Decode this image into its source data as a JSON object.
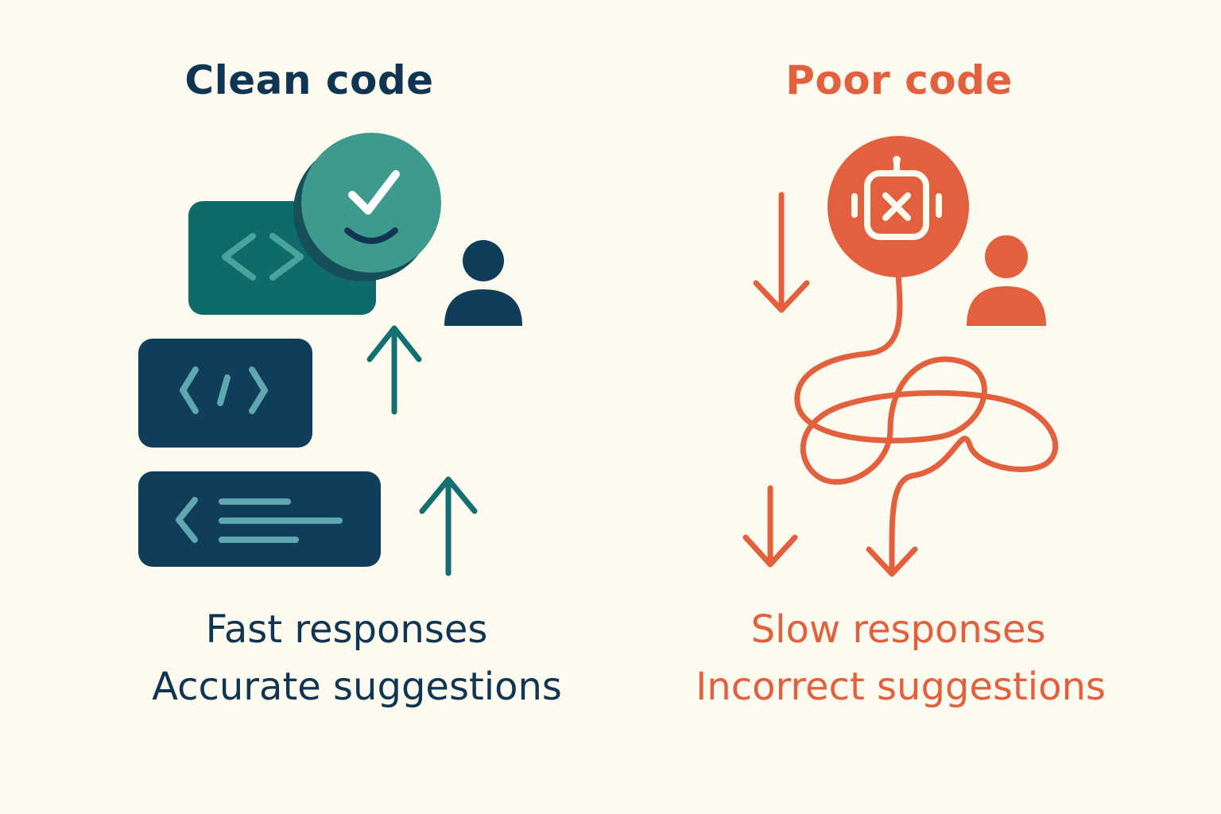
{
  "left_panel": {
    "title": "Clean code",
    "caption_line1": "Fast responses",
    "caption_line2": "Accurate suggestions",
    "colors": {
      "text": "#0f3552",
      "teal": "#3d9a8c",
      "dark_teal": "#0f6a6a",
      "navy": "#0f3d5a",
      "accent": "#5fa8b0",
      "arrow": "#137070"
    },
    "icons": [
      "code-brackets-icon",
      "code-slash-icon",
      "code-lines-icon",
      "check-smile-icon",
      "user-icon",
      "arrow-up-icon"
    ]
  },
  "right_panel": {
    "title": "Poor code",
    "caption_line1": "Slow responses",
    "caption_line2": "Incorrect suggestions",
    "colors": {
      "text": "#e2603d",
      "accent": "#e2603d"
    },
    "icons": [
      "robot-error-icon",
      "user-icon",
      "tangled-line-icon",
      "arrow-down-icon"
    ]
  }
}
